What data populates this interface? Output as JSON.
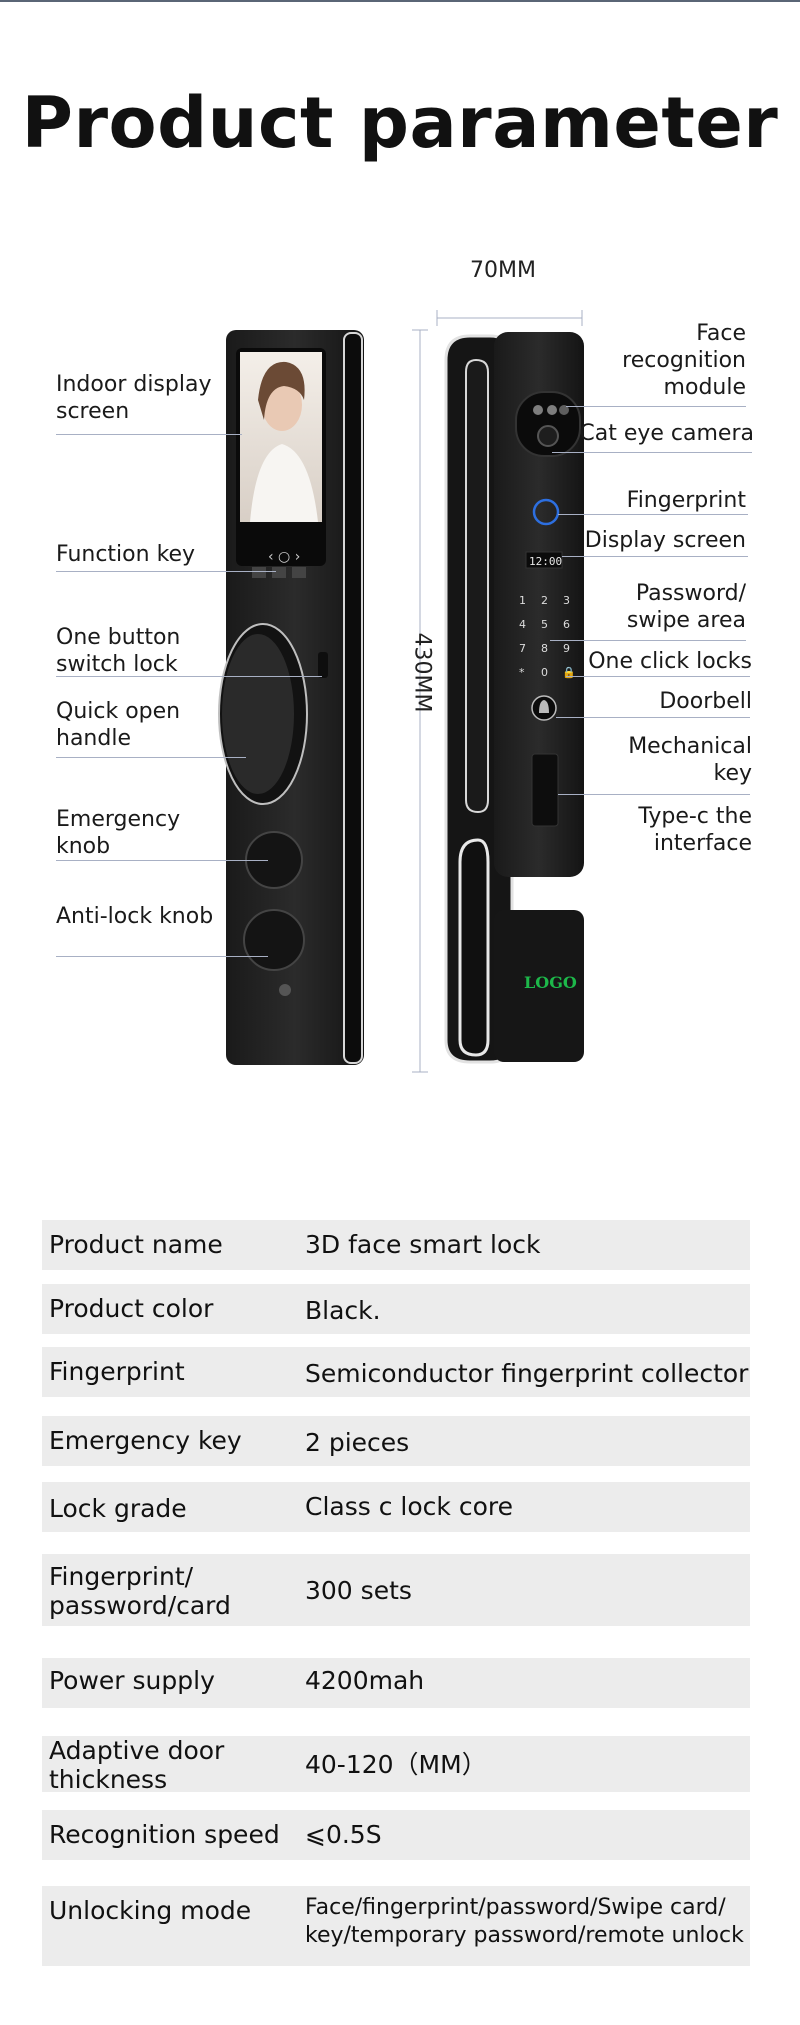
{
  "title": "Product parameter",
  "dimensions": {
    "width": "70MM",
    "height": "430MM"
  },
  "labels_left": [
    "Indoor display\nscreen",
    "Function key",
    "One button\nswitch lock",
    "Quick open\nhandle",
    "Emergency\nknob",
    "Anti-lock knob"
  ],
  "labels_right": [
    "Face\nrecognition\nmodule",
    "Cat eye camera",
    "Fingerprint",
    "Display screen",
    "Password/\nswipe area",
    "One click locks",
    "Doorbell",
    "Mechanical\nkey",
    "Type-c  the\ninterface"
  ],
  "device": {
    "screen_time": "12:00",
    "keypad": [
      "1",
      "2",
      "3",
      "4",
      "5",
      "6",
      "7",
      "8",
      "9",
      "*",
      "0",
      "🔒"
    ],
    "logo": "LOGO",
    "logo_color": "#1db84a",
    "function_keys": "‹ ○ ›"
  },
  "specs": [
    {
      "key": "Product name",
      "value": "3D face smart lock"
    },
    {
      "key": "Product color",
      "value": "Black."
    },
    {
      "key": "Fingerprint",
      "value": "Semiconductor fingerprint collector"
    },
    {
      "key": "Emergency key",
      "value": "2 pieces"
    },
    {
      "key": "Lock grade",
      "value": "Class c lock core"
    },
    {
      "key": "Fingerprint/\npassword/card",
      "value": "300 sets"
    },
    {
      "key": "Power supply",
      "value": "4200mah"
    },
    {
      "key": "Adaptive door\nthickness",
      "value": "40-120（MM）"
    },
    {
      "key": "Recognition speed",
      "value": "⩽0.5S"
    },
    {
      "key": "Unlocking mode",
      "value": "Face/fingerprint/password/Swipe card/\nkey/temporary password/remote unlock"
    }
  ]
}
